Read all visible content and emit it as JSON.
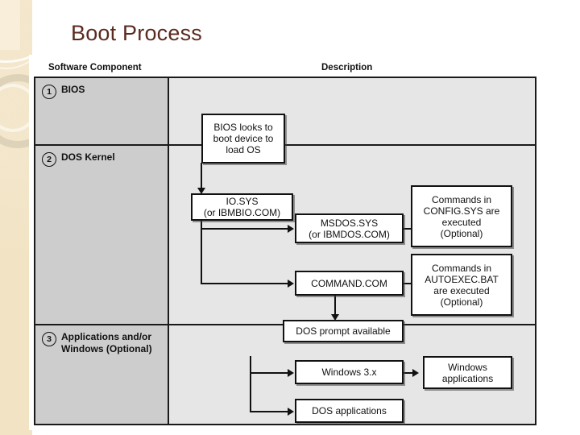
{
  "slide": {
    "title": "Boot Process",
    "title_color": "#5b2b20",
    "decoration": {
      "band_color": "#f2e3c4",
      "rect_color": "#f8eed9",
      "shapes": [
        "arc",
        "arc",
        "ring",
        "ring"
      ]
    }
  },
  "table": {
    "headers": {
      "software_component": "Software Component",
      "description": "Description"
    },
    "left_cell_color": "#cdcdcd",
    "right_cell_color": "#e6e6e6",
    "rows": [
      {
        "number": "1",
        "label": "BIOS"
      },
      {
        "number": "2",
        "label": "DOS Kernel"
      },
      {
        "number": "3",
        "label": "Applications\nand/or Windows\n(Optional)",
        "label_lines": [
          "Applications",
          "and/or Windows",
          "(Optional)"
        ]
      }
    ]
  },
  "flow": {
    "boxes": [
      {
        "id": "bios-looks",
        "lines": [
          "BIOS looks to",
          "boot device to",
          "load OS"
        ]
      },
      {
        "id": "io-sys",
        "lines": [
          "IO.SYS",
          "(or IBMBIO.COM)"
        ]
      },
      {
        "id": "msdos-sys",
        "lines": [
          "MSDOS.SYS",
          "(or IBMDOS.COM)"
        ]
      },
      {
        "id": "config-sys",
        "lines": [
          "Commands in",
          "CONFIG.SYS are",
          "executed",
          "(Optional)"
        ]
      },
      {
        "id": "command-com",
        "lines": [
          "COMMAND.COM"
        ]
      },
      {
        "id": "autoexec-bat",
        "lines": [
          "Commands in",
          "AUTOEXEC.BAT",
          "are executed",
          "(Optional)"
        ]
      },
      {
        "id": "dos-prompt",
        "lines": [
          "DOS prompt available"
        ]
      },
      {
        "id": "windows-3x",
        "lines": [
          "Windows 3.x"
        ]
      },
      {
        "id": "windows-apps",
        "lines": [
          "Windows",
          "applications"
        ]
      },
      {
        "id": "dos-apps",
        "lines": [
          "DOS applications"
        ]
      }
    ]
  }
}
